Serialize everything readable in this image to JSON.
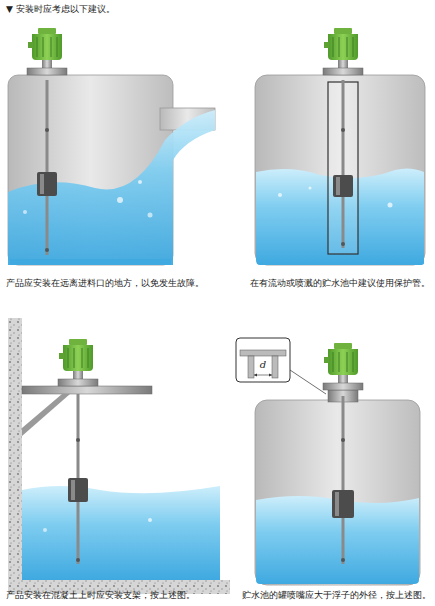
{
  "diagram": {
    "title": "▼ 安装时应考虑以下建议。",
    "labels": [
      "产品应安装在远离进料口的地方，以免发生故障。",
      "在有流动或喷溅的贮水池中建议使用保护管。",
      "产品安装在混凝土上时应安装支架，按上述图。",
      "贮水池的罐喷嘴应大于浮子的外径，按上述图。",
      "d"
    ]
  }
}
